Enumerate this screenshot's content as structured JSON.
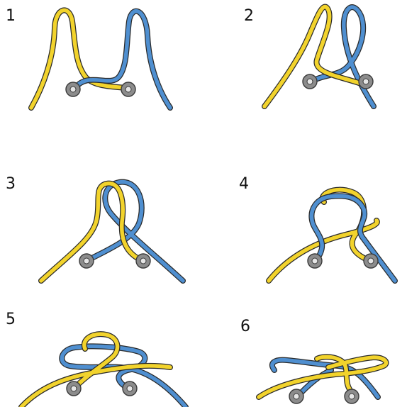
{
  "colors": {
    "lace_yellow": "#f2d32c",
    "lace_blue": "#4f8fd0",
    "outline": "#2a2a2a",
    "eyelet": "#8c8c8c",
    "background": "#ffffff"
  },
  "steps": [
    {
      "number": "1"
    },
    {
      "number": "2"
    },
    {
      "number": "3"
    },
    {
      "number": "4"
    },
    {
      "number": "5"
    },
    {
      "number": "6"
    }
  ]
}
